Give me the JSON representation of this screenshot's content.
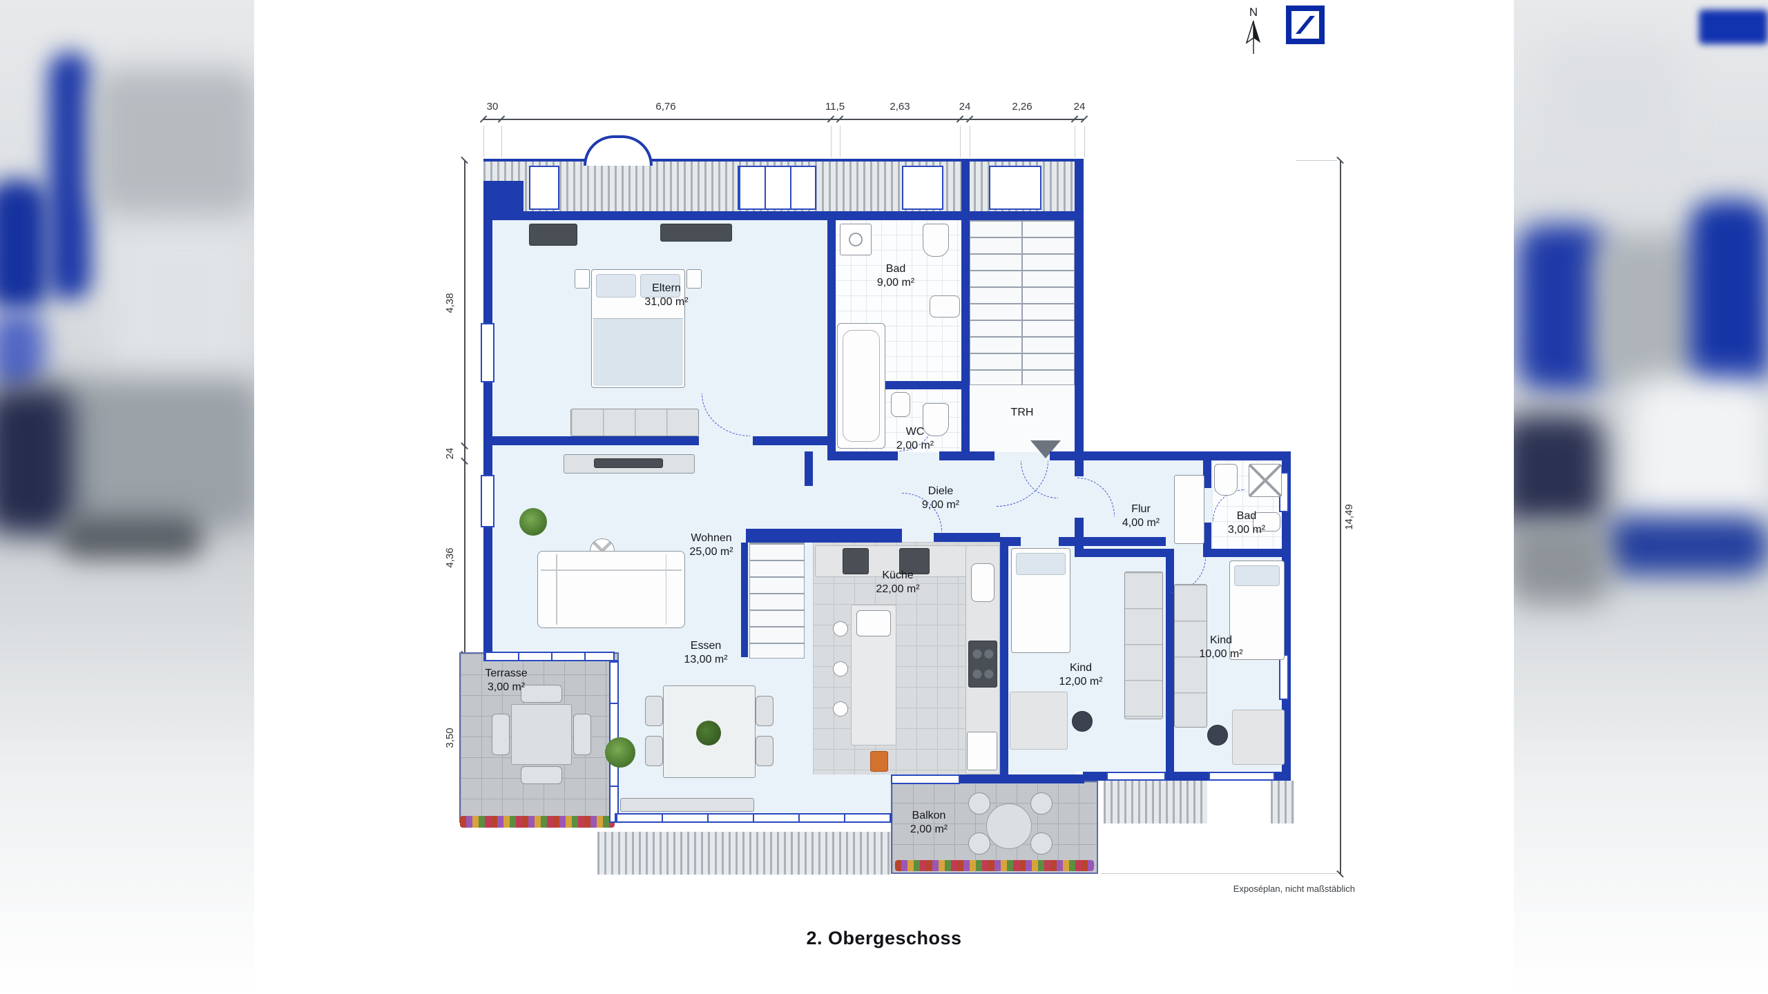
{
  "meta": {
    "title": "2. Obergeschoss",
    "disclaimer": "Exposéplan, nicht maßstäblich",
    "north_label": "N",
    "logo": "deutsche-bank-logo",
    "colors": {
      "wall_blue": "#1e3cae",
      "logo_blue": "#0a2aa5",
      "room_floor": "#e9f2f9",
      "paver_gray": "#c3c7cb"
    }
  },
  "plan": {
    "rooms": [
      {
        "name": "Eltern",
        "area": "31,00 m²"
      },
      {
        "name": "Bad",
        "area": "9,00 m²"
      },
      {
        "name": "WC",
        "area": "2,00 m²"
      },
      {
        "name": "TRH",
        "area": ""
      },
      {
        "name": "Diele",
        "area": "9,00 m²"
      },
      {
        "name": "Flur",
        "area": "4,00 m²"
      },
      {
        "name": "Bad",
        "area": "3,00 m²"
      },
      {
        "name": "Wohnen",
        "area": "25,00 m²"
      },
      {
        "name": "Küche",
        "area": "22,00 m²"
      },
      {
        "name": "Kind",
        "area": "12,00 m²"
      },
      {
        "name": "Kind",
        "area": "10,00 m²"
      },
      {
        "name": "Essen",
        "area": "13,00 m²"
      },
      {
        "name": "Terrasse",
        "area": "3,00 m²"
      },
      {
        "name": "Balkon",
        "area": "2,00 m²"
      }
    ],
    "dims_top": [
      "30",
      "6,76",
      "11,5",
      "2,63",
      "24",
      "2,26",
      "24"
    ],
    "dims_left": [
      "4,38",
      "24",
      "4,36",
      "3,50"
    ],
    "dims_right": [
      "14,49"
    ]
  }
}
